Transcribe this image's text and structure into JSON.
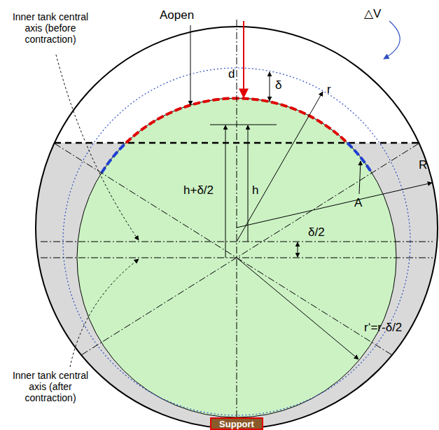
{
  "diagram": {
    "nodes": [
      {
        "text": [
          "Support"
        ]
      }
    ],
    "labels": [
      "Aopen",
      "△V",
      "d",
      "δ",
      "r",
      "Inner tank central axis (before contraction)",
      "h+δ/2",
      "h",
      "A",
      "R",
      "δ/2",
      "Inner tank central axis (after contraction)",
      "r‘=r-δ/2"
    ]
  }
}
